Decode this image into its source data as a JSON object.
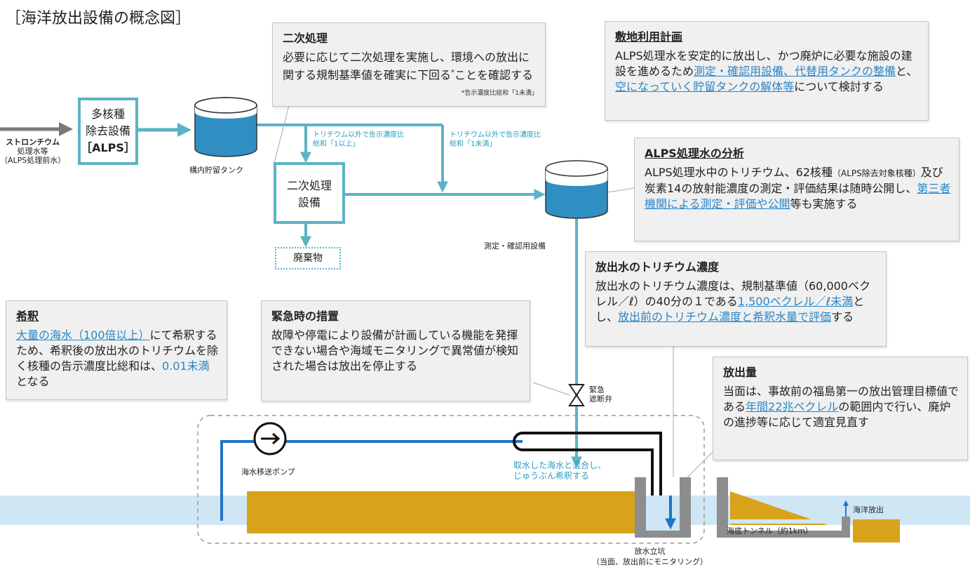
{
  "title": "［海洋放出設備の概念図］",
  "boxes": {
    "secondary": {
      "title": "二次処理",
      "text_a": "必要に応じて二次処理を実施し、環境への放出に関する規制基準値を確実に下回る",
      "mark": "*",
      "text_b": "ことを確認する",
      "note": "*告示濃度比総和「1未満」"
    },
    "land_use": {
      "title": "敷地利用計画",
      "t1": "ALPS処理水を安定的に放出し、かつ廃炉に必要な施設の建設を進めるため",
      "l1": "測定・確認用設備、代替用タンクの整備",
      "t2": "と、",
      "l2": "空になっていく貯留タンクの解体等",
      "t3": "について検討する"
    },
    "analysis": {
      "title": "ALPS処理水の分析",
      "t1": "ALPS処理水中のトリチウム、62核種",
      "t1s": "（ALPS除去対象核種）",
      "t2": "及び炭素14の放射能濃度の測定・評価結果は随時公開し、",
      "l1": "第三者機関による測定・評価や公開",
      "t3": "等も実施する"
    },
    "tritium": {
      "title": "放出水のトリチウム濃度",
      "t1": "放出水のトリチウム濃度は、規制基準値（60,000ベクレル／ℓ）の40分の１である",
      "l1": "1,500ベクレル／ℓ未満",
      "t2": "とし、",
      "l2": "放出前のトリチウム濃度と希釈水量で評価",
      "t3": "する"
    },
    "dilution": {
      "title": "希釈",
      "l1": "大量の海水（100倍以上）",
      "t1": "にて希釈するため、希釈後の放出水のトリチウムを除く核種の告示濃度比総和は、",
      "b1": "0.01未満",
      "t2": "となる"
    },
    "emergency": {
      "title": "緊急時の措置",
      "text": "故障や停電により設備が計画している機能を発揮できない場合や海域モニタリングで異常値が検知された場合は放出を停止する"
    },
    "release": {
      "title": "放出量",
      "t1": "当面は、事故前の福島第一の放出管理目標値である",
      "l1": "年間22兆ベクレル",
      "t2": "の範囲内で行い、廃炉の進捗等に応じて適宜見直す"
    }
  },
  "equipment": {
    "alps_line1": "多核種",
    "alps_line2": "除去設備",
    "alps_line3": "［ALPS］",
    "secondary_line1": "二次処理",
    "secondary_line2": "設備",
    "waste": "廃棄物"
  },
  "labels": {
    "inflow_1": "ストロンチウム",
    "inflow_2": "処理水等",
    "inflow_3": "（ALPS処理前水）",
    "storage_tank": "構内貯留タンク",
    "route_ge1_1": "トリチウム以外で告示濃度比",
    "route_ge1_2": "総和「1以上」",
    "route_lt1_1": "トリチウム以外で告示濃度比",
    "route_lt1_2": "総和「1未満」",
    "measure_facility": "測定・確認用設備",
    "valve_1": "緊急",
    "valve_2": "遮断弁",
    "pump": "海水移送ポンプ",
    "mix_1": "取水した海水と混合し、",
    "mix_2": "じゅうぶん希釈する",
    "ocean_release": "海洋放出",
    "tunnel": "海底トンネル（約1km）",
    "shaft_1": "放水立坑",
    "shaft_2": "（当面、放出前にモニタリング）"
  },
  "colors": {
    "flow_teal": "#5bb3c4",
    "seawater_blue": "#1f74c7",
    "tank_water": "#2f8fc2",
    "sea": "#cfe6f5",
    "ground": "#d8a21a",
    "link_blue": "#2a86c7",
    "box_bg": "#f0f0f0"
  }
}
